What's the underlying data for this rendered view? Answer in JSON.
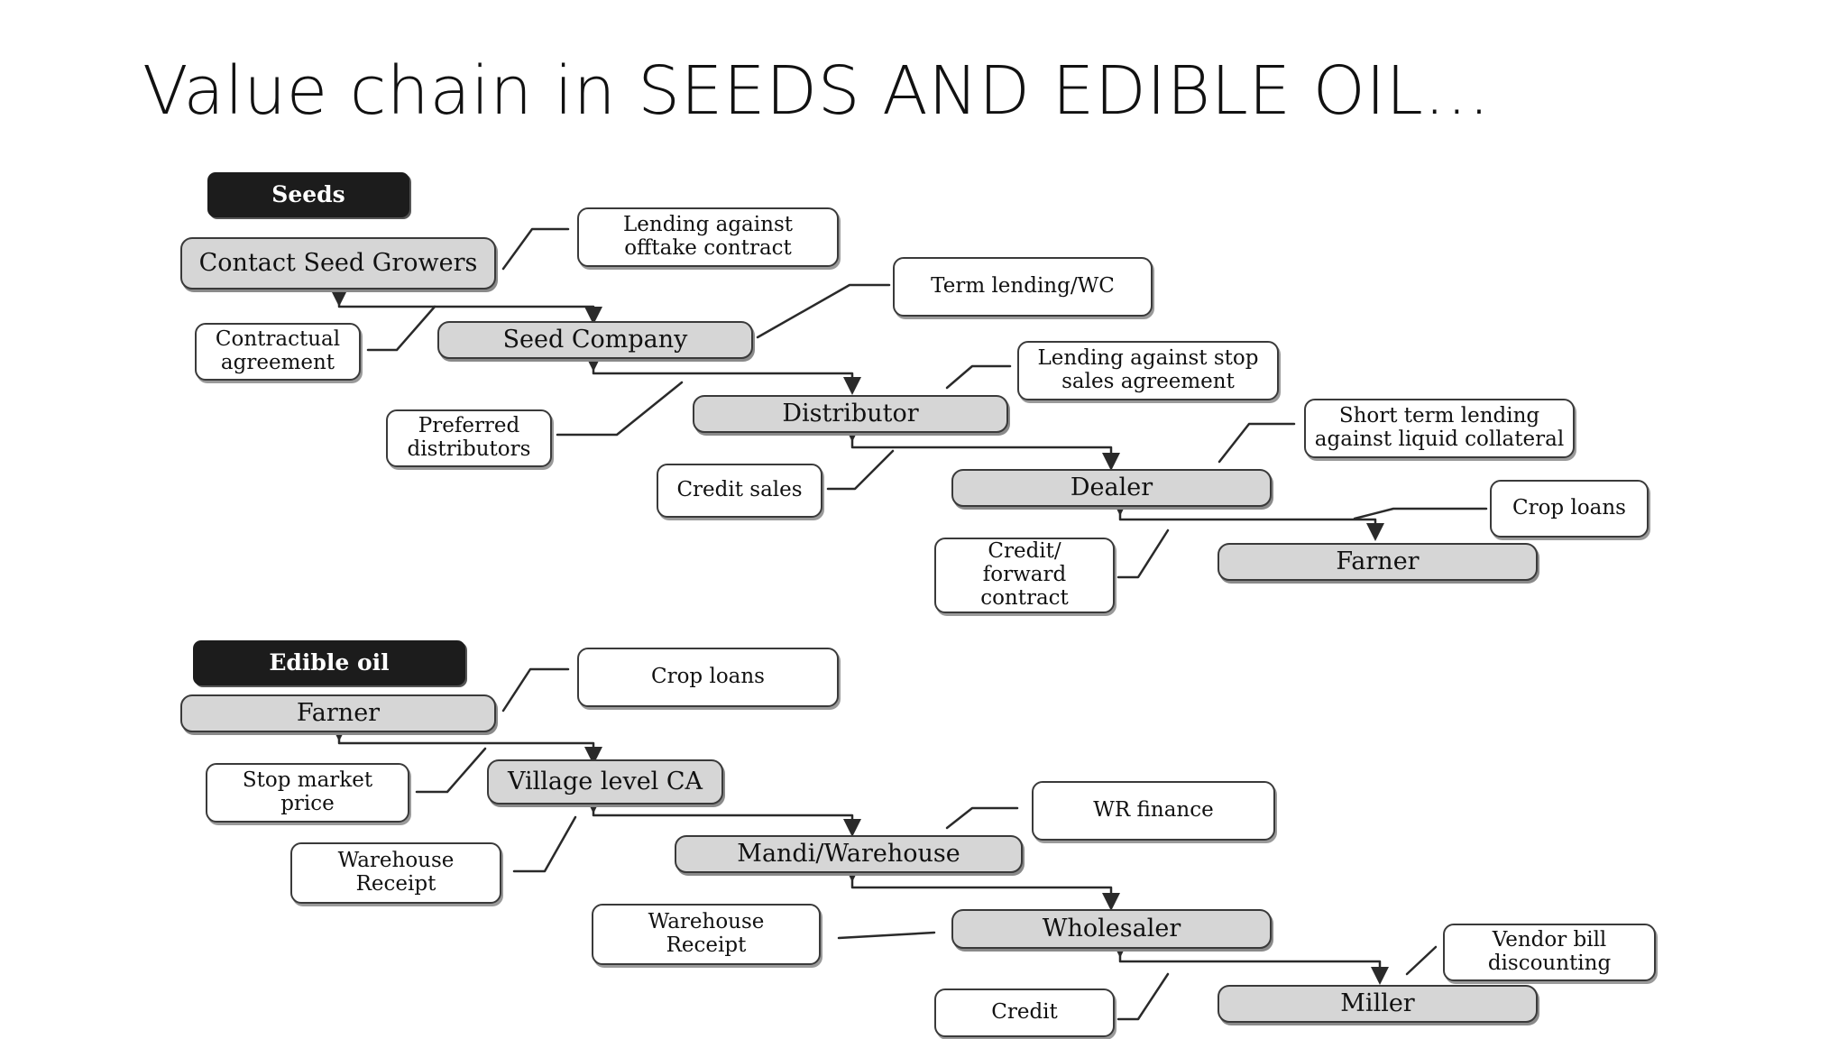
{
  "title": "Value chain in SEEDS AND EDIBLE OIL…",
  "seeds": {
    "header": "Seeds",
    "nodes": [
      "Contact Seed Growers",
      "Seed Company",
      "Distributor",
      "Dealer",
      "Farner"
    ],
    "finance": [
      "Lending against\noff­take contract",
      "Term lending/WC",
      "Lending against stop\nsales agreement",
      "Short term lending\nagainst liquid collateral",
      "Crop loans"
    ],
    "links": [
      "Contractual\nagreement",
      "Preferred\ndistributors",
      "Credit sales",
      "Credit/\nforward\ncontract"
    ]
  },
  "edible_oil": {
    "header": "Edible oil",
    "nodes": [
      "Farner",
      "Village level CA",
      "Mandi/Warehouse",
      "Wholesaler",
      "Miller"
    ],
    "finance": [
      "Crop loans",
      "WR finance",
      "Vendor bill\ndiscounting"
    ],
    "links": [
      "Stop market\nprice",
      "Warehouse\nReceipt",
      "Warehouse\nReceipt",
      "Credit"
    ]
  },
  "colors": {
    "node_fill": "#d6d6d6",
    "header_fill": "#1c1c1c",
    "line": "#2a2a2a"
  }
}
